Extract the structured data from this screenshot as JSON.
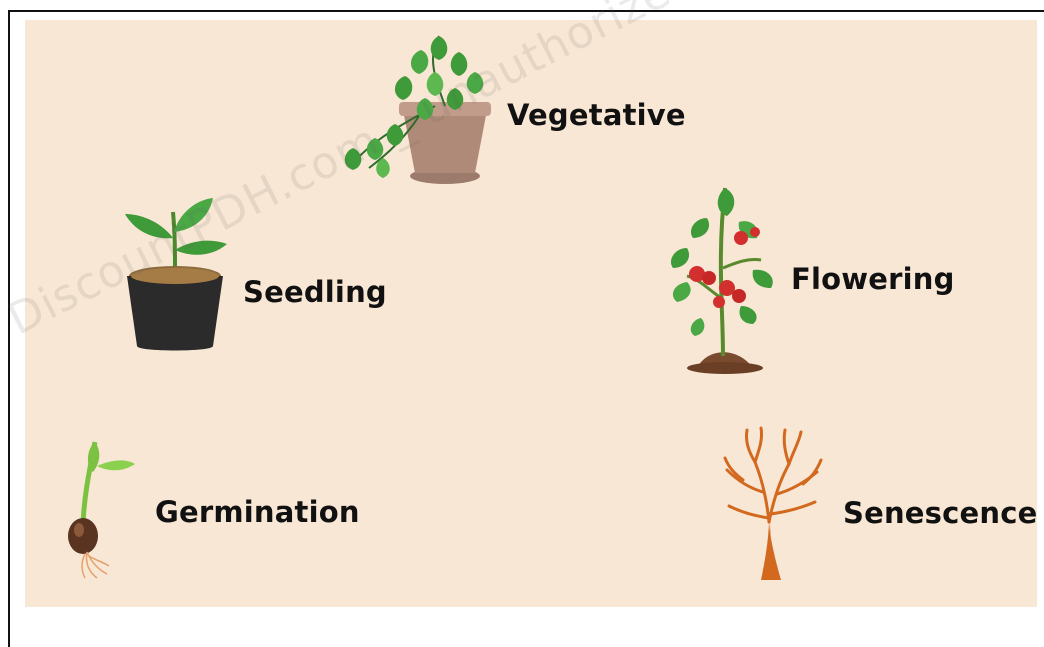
{
  "stages": {
    "vegetative": {
      "label": "Vegetative",
      "icon": "potted-vine-icon"
    },
    "seedling": {
      "label": "Seedling",
      "icon": "seedling-pot-icon"
    },
    "flowering": {
      "label": "Flowering",
      "icon": "tomato-plant-icon"
    },
    "germination": {
      "label": "Germination",
      "icon": "sprouting-seed-icon"
    },
    "senescence": {
      "label": "Senescence",
      "icon": "bare-tree-icon"
    }
  },
  "watermark": "DiscountPDH.com _ unauthorized",
  "colors": {
    "background": "#f8e7d5",
    "leaf": "#3f9a3a",
    "pot_brown": "#b08a78",
    "pot_black": "#2b2b2b",
    "tomato": "#d32f2f",
    "tree": "#d2691e"
  }
}
